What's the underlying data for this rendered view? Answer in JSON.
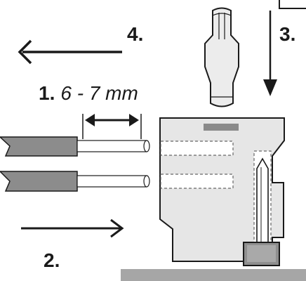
{
  "diagram": {
    "steps": {
      "step1_number": "1.",
      "step1_measure": "6 - 7 mm",
      "step2": "2.",
      "step3": "3.",
      "step4": "4."
    },
    "colors": {
      "wire_insulation": "#8c8c8c",
      "terminal_body": "#e6e6e6",
      "terminal_slot": "#8a8a8a",
      "base_plate": "#a6a6a6",
      "screwdriver_body": "#ececec",
      "outline": "#1a1a1a"
    },
    "icons": [
      "left-arrow-icon",
      "right-arrow-icon",
      "down-arrow-icon",
      "double-arrow-icon",
      "screwdriver-icon"
    ]
  }
}
